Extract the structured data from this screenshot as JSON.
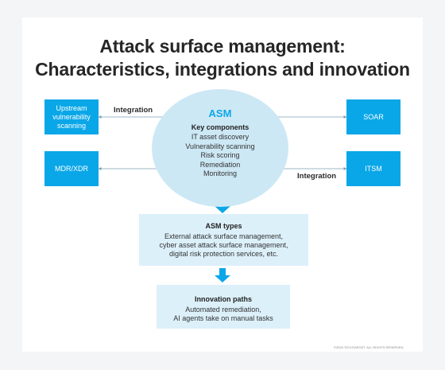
{
  "title_line1": "Attack surface management:",
  "title_line2": "Characteristics, integrations and innovation",
  "hub": {
    "title": "ASM",
    "heading": "Key components",
    "items": [
      "IT asset discovery",
      "Vulnerability scanning",
      "Risk scoring",
      "Remediation",
      "Monitoring"
    ]
  },
  "left_boxes": {
    "upstream": "Upstream vulnerability scanning",
    "mdr": "MDR/XDR"
  },
  "right_boxes": {
    "soar": "SOAR",
    "itsm": "ITSM"
  },
  "edge_labels": {
    "integration_left": "Integration",
    "integration_right": "Integration"
  },
  "asm_types": {
    "heading": "ASM types",
    "line1": "External attack surface management,",
    "line2": "cyber asset attack surface management,",
    "line3": "digital risk protection services, etc."
  },
  "innovation": {
    "heading": "Innovation paths",
    "line1": "Automated remediation,",
    "line2": "AI agents take on manual tasks"
  },
  "colors": {
    "accent": "#0aa7e8",
    "hub_fill": "#cde8f5",
    "panel_fill": "#dcf0fa"
  },
  "copyright": "©2025 TECHTARGET. ALL RIGHTS RESERVED."
}
